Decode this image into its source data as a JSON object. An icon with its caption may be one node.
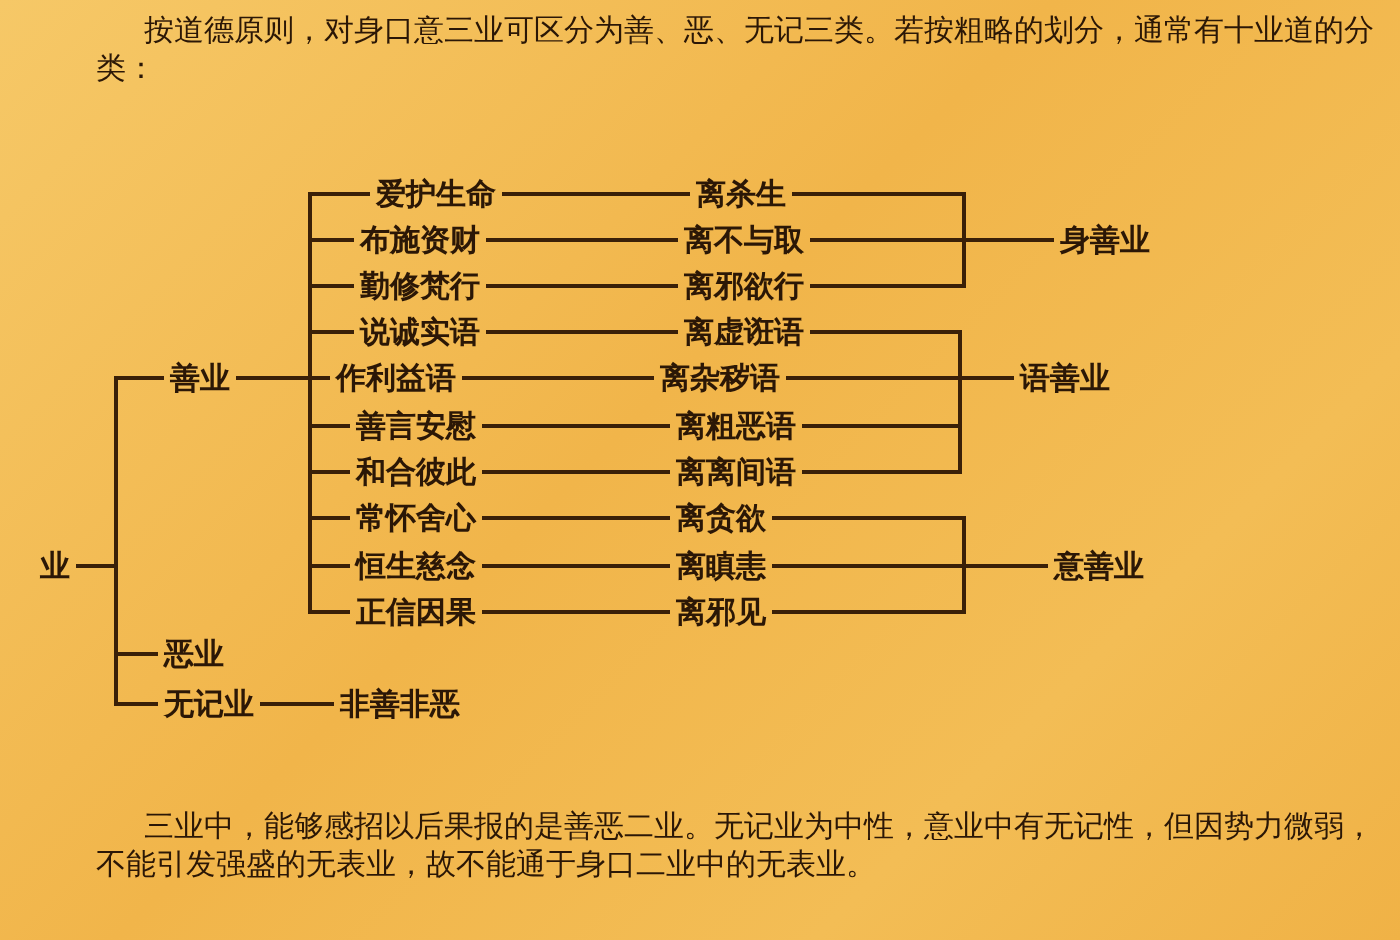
{
  "diagram": {
    "nodes": [
      {
        "text": [
          "业"
        ]
      },
      {
        "text": [
          "善业"
        ]
      },
      {
        "text": [
          "恶业"
        ]
      },
      {
        "text": [
          "无记业"
        ]
      },
      {
        "text": [
          "非善非恶"
        ]
      },
      {
        "text": [
          "爱护生命"
        ]
      },
      {
        "text": [
          "布施资财"
        ]
      },
      {
        "text": [
          "勤修梵行"
        ]
      },
      {
        "text": [
          "说诚实语"
        ]
      },
      {
        "text": [
          "作利益语"
        ]
      },
      {
        "text": [
          "善言安慰"
        ]
      },
      {
        "text": [
          "和合彼此"
        ]
      },
      {
        "text": [
          "常怀舍心"
        ]
      },
      {
        "text": [
          "恒生慈念"
        ]
      },
      {
        "text": [
          "正信因果"
        ]
      },
      {
        "text": [
          "离杀生"
        ]
      },
      {
        "text": [
          "离不与取"
        ]
      },
      {
        "text": [
          "离邪欲行"
        ]
      },
      {
        "text": [
          "离虚诳语"
        ]
      },
      {
        "text": [
          "离杂秽语"
        ]
      },
      {
        "text": [
          "离粗恶语"
        ]
      },
      {
        "text": [
          "离离间语"
        ]
      },
      {
        "text": [
          "离贪欲"
        ]
      },
      {
        "text": [
          "离瞋恚"
        ]
      },
      {
        "text": [
          "离邪见"
        ]
      },
      {
        "text": [
          "身善业"
        ]
      },
      {
        "text": [
          "语善业"
        ]
      },
      {
        "text": [
          "意善业"
        ]
      }
    ],
    "edges": [
      {
        "from": 0,
        "to": 1,
        "arrow": "none"
      },
      {
        "from": 0,
        "to": 2,
        "arrow": "none"
      },
      {
        "from": 0,
        "to": 3,
        "arrow": "none"
      },
      {
        "from": 3,
        "to": 4,
        "arrow": "none"
      },
      {
        "from": 1,
        "to": 5,
        "arrow": "none"
      },
      {
        "from": 1,
        "to": 6,
        "arrow": "none"
      },
      {
        "from": 1,
        "to": 7,
        "arrow": "none"
      },
      {
        "from": 1,
        "to": 8,
        "arrow": "none"
      },
      {
        "from": 1,
        "to": 9,
        "arrow": "none"
      },
      {
        "from": 1,
        "to": 10,
        "arrow": "none"
      },
      {
        "from": 1,
        "to": 11,
        "arrow": "none"
      },
      {
        "from": 1,
        "to": 12,
        "arrow": "none"
      },
      {
        "from": 1,
        "to": 13,
        "arrow": "none"
      },
      {
        "from": 1,
        "to": 14,
        "arrow": "none"
      },
      {
        "from": 5,
        "to": 15,
        "arrow": "none"
      },
      {
        "from": 6,
        "to": 16,
        "arrow": "none"
      },
      {
        "from": 7,
        "to": 17,
        "arrow": "none"
      },
      {
        "from": 8,
        "to": 18,
        "arrow": "none"
      },
      {
        "from": 9,
        "to": 19,
        "arrow": "none"
      },
      {
        "from": 10,
        "to": 20,
        "arrow": "none"
      },
      {
        "from": 11,
        "to": 21,
        "arrow": "none"
      },
      {
        "from": 12,
        "to": 22,
        "arrow": "none"
      },
      {
        "from": 13,
        "to": 23,
        "arrow": "none"
      },
      {
        "from": 14,
        "to": 24,
        "arrow": "none"
      },
      {
        "from": 15,
        "to": 25,
        "arrow": "none"
      },
      {
        "from": 16,
        "to": 25,
        "arrow": "none"
      },
      {
        "from": 17,
        "to": 25,
        "arrow": "none"
      },
      {
        "from": 18,
        "to": 26,
        "arrow": "none"
      },
      {
        "from": 19,
        "to": 26,
        "arrow": "none"
      },
      {
        "from": 20,
        "to": 26,
        "arrow": "none"
      },
      {
        "from": 21,
        "to": 26,
        "arrow": "none"
      },
      {
        "from": 22,
        "to": 27,
        "arrow": "none"
      },
      {
        "from": 23,
        "to": 27,
        "arrow": "none"
      },
      {
        "from": 24,
        "to": 27,
        "arrow": "none"
      }
    ],
    "labels": [
      "按道德原则，对身口意三业可区分为善、恶、无记三类。若按粗略的划分，通常有十业道的分类：",
      "三业中，能够感招以后果报的是善恶二业。无记业为中性，意业中有无记性，但因势力微弱，不能引发强盛的无表业，故不能通于身口二业中的无表业。"
    ]
  }
}
